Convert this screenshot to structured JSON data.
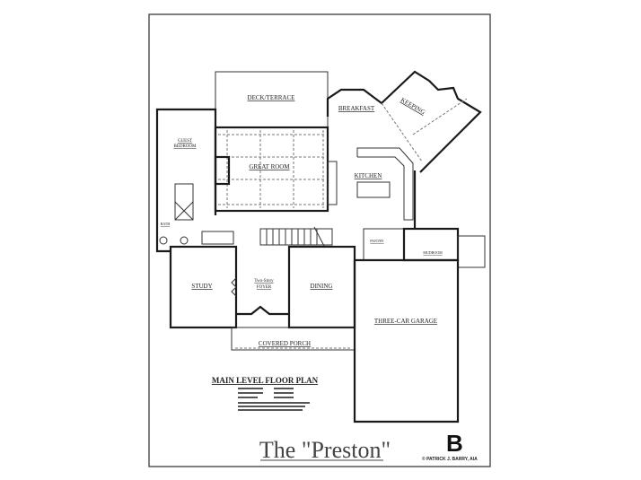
{
  "plan": {
    "rooms": {
      "deck": "DECK/TERRACE",
      "breakfast": "BREAKFAST",
      "keeping": "KEEPING",
      "guest_bedroom_1": "GUEST",
      "guest_bedroom_2": "BEDROOM",
      "great_room": "GREAT ROOM",
      "kitchen": "KITCHEN",
      "bath": "BATH",
      "study": "STUDY",
      "foyer_1": "Two-Story",
      "foyer_2": "FOYER",
      "dining": "DINING",
      "garage": "THREE-CAR GARAGE",
      "porch": "COVERED PORCH",
      "mudroom": "MUDROOM",
      "pantry": "PANTRY"
    },
    "title": "MAIN LEVEL FLOOR PLAN",
    "name": "The \"Preston\"",
    "logo_letter": "B",
    "copyright": "© PATRICK J. BARRY, AIA"
  }
}
